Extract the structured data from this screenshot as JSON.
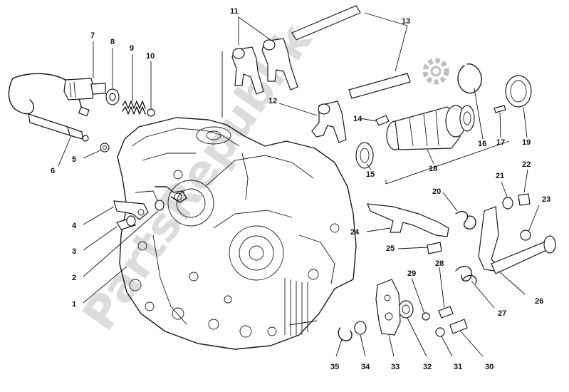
{
  "diagram": {
    "callouts": [
      {
        "n": "1",
        "label": "1"
      },
      {
        "n": "2",
        "label": "2"
      },
      {
        "n": "3",
        "label": "3"
      },
      {
        "n": "4",
        "label": "4"
      },
      {
        "n": "5",
        "label": "5"
      },
      {
        "n": "6",
        "label": "6"
      },
      {
        "n": "7",
        "label": "7"
      },
      {
        "n": "8",
        "label": "8"
      },
      {
        "n": "9",
        "label": "9"
      },
      {
        "n": "10",
        "label": "10"
      },
      {
        "n": "11",
        "label": "11"
      },
      {
        "n": "12",
        "label": "12"
      },
      {
        "n": "13",
        "label": "13"
      },
      {
        "n": "14",
        "label": "14"
      },
      {
        "n": "15",
        "label": "15"
      },
      {
        "n": "16",
        "label": "16"
      },
      {
        "n": "17",
        "label": "17"
      },
      {
        "n": "18",
        "label": "18"
      },
      {
        "n": "19",
        "label": "19"
      },
      {
        "n": "20",
        "label": "20"
      },
      {
        "n": "21",
        "label": "21"
      },
      {
        "n": "22",
        "label": "22"
      },
      {
        "n": "23",
        "label": "23"
      },
      {
        "n": "24",
        "label": "24"
      },
      {
        "n": "25",
        "label": "25"
      },
      {
        "n": "26",
        "label": "26"
      },
      {
        "n": "27",
        "label": "27"
      },
      {
        "n": "28",
        "label": "28"
      },
      {
        "n": "29",
        "label": "29"
      },
      {
        "n": "30",
        "label": "30"
      },
      {
        "n": "31",
        "label": "31"
      },
      {
        "n": "32",
        "label": "32"
      },
      {
        "n": "33",
        "label": "33"
      },
      {
        "n": "34",
        "label": "34"
      },
      {
        "n": "35",
        "label": "35"
      }
    ],
    "watermark": "PartsRepublik",
    "colors": {
      "ink": "#1a1a1a",
      "watermark": "#bfbfbf"
    },
    "icons": [
      "gear-logo-icon"
    ]
  }
}
